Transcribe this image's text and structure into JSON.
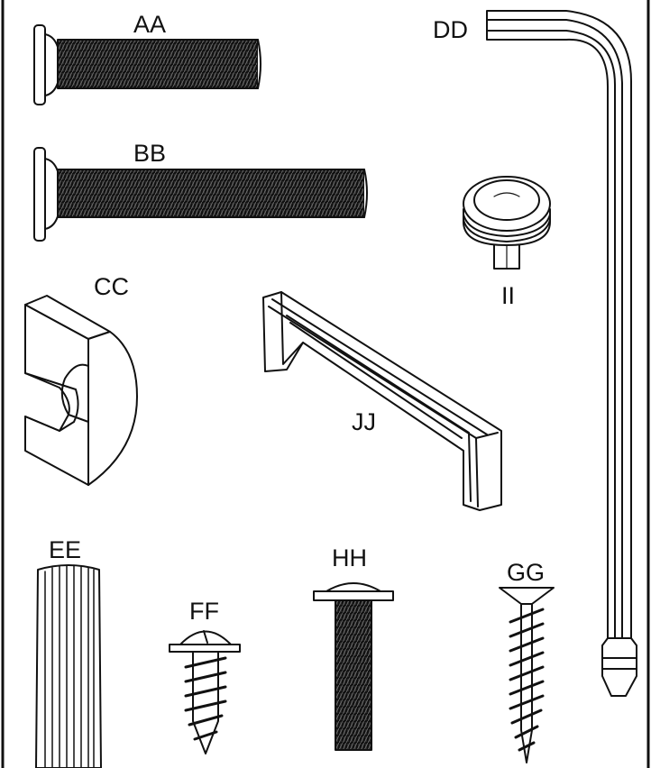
{
  "labels": {
    "aa": "AA",
    "bb": "BB",
    "cc": "CC",
    "dd": "DD",
    "ee": "EE",
    "ff": "FF",
    "gg": "GG",
    "hh": "HH",
    "ii": "II",
    "jj": "JJ"
  },
  "colors": {
    "line": "#111111",
    "background": "#ffffff"
  }
}
